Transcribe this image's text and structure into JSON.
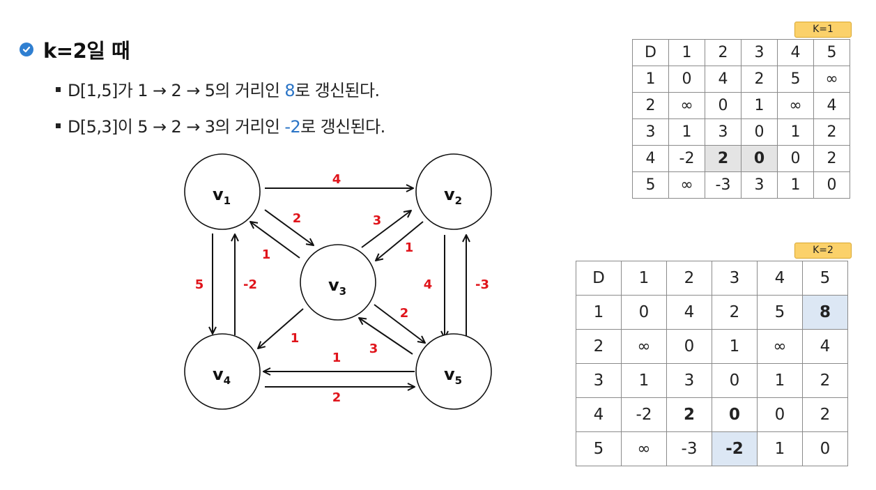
{
  "heading": {
    "title": "k=2일 때"
  },
  "lines": [
    {
      "prefix": "D[1,5]가 1 → 2 → 5의 거리인 ",
      "highlight": "8",
      "suffix": "로 갱신된다."
    },
    {
      "prefix": "D[5,3]이 5 → 2 → 3의 거리인 ",
      "highlight": "-2",
      "suffix": "로 갱신된다."
    }
  ],
  "graph": {
    "vertices": [
      "v1",
      "v2",
      "v3",
      "v4",
      "v5"
    ],
    "vertex_labels": {
      "base": "v",
      "subs": [
        "1",
        "2",
        "3",
        "4",
        "5"
      ]
    },
    "edges": [
      {
        "from": "v1",
        "to": "v2",
        "weight": "4"
      },
      {
        "from": "v1",
        "to": "v3",
        "weight": "2"
      },
      {
        "from": "v3",
        "to": "v1",
        "weight": "1"
      },
      {
        "from": "v1",
        "to": "v4",
        "weight": "5"
      },
      {
        "from": "v4",
        "to": "v1",
        "weight": "-2"
      },
      {
        "from": "v3",
        "to": "v2",
        "weight": "3"
      },
      {
        "from": "v2",
        "to": "v3",
        "weight": "1"
      },
      {
        "from": "v2",
        "to": "v5",
        "weight": "4"
      },
      {
        "from": "v5",
        "to": "v2",
        "weight": "-3"
      },
      {
        "from": "v3",
        "to": "v4",
        "weight": "1"
      },
      {
        "from": "v3",
        "to": "v5",
        "weight": "2"
      },
      {
        "from": "v5",
        "to": "v3",
        "weight": "3"
      },
      {
        "from": "v5",
        "to": "v4",
        "weight": "1"
      },
      {
        "from": "v4",
        "to": "v5",
        "weight": "2"
      }
    ]
  },
  "matrix_k1": {
    "tag": "K=1",
    "header": [
      "D",
      "1",
      "2",
      "3",
      "4",
      "5"
    ],
    "rows": [
      [
        "1",
        "0",
        "4",
        "2",
        "5",
        "∞"
      ],
      [
        "2",
        "∞",
        "0",
        "1",
        "∞",
        "4"
      ],
      [
        "3",
        "1",
        "3",
        "0",
        "1",
        "2"
      ],
      [
        "4",
        "-2",
        "2",
        "0",
        "0",
        "2"
      ],
      [
        "5",
        "∞",
        "-3",
        "3",
        "1",
        "0"
      ]
    ]
  },
  "matrix_k2": {
    "tag": "K=2",
    "header": [
      "D",
      "1",
      "2",
      "3",
      "4",
      "5"
    ],
    "rows": [
      [
        "1",
        "0",
        "4",
        "2",
        "5",
        "8"
      ],
      [
        "2",
        "∞",
        "0",
        "1",
        "∞",
        "4"
      ],
      [
        "3",
        "1",
        "3",
        "0",
        "1",
        "2"
      ],
      [
        "4",
        "-2",
        "2",
        "0",
        "0",
        "2"
      ],
      [
        "5",
        "∞",
        "-3",
        "-2",
        "1",
        "0"
      ]
    ]
  },
  "colors": {
    "weight": "#e0141b",
    "update_red": "#e0141b",
    "update_blue": "#1a55d8",
    "text_highlight": "#2a74c6",
    "bullet": "#2f7fd1",
    "tag": "#fbd16a"
  }
}
